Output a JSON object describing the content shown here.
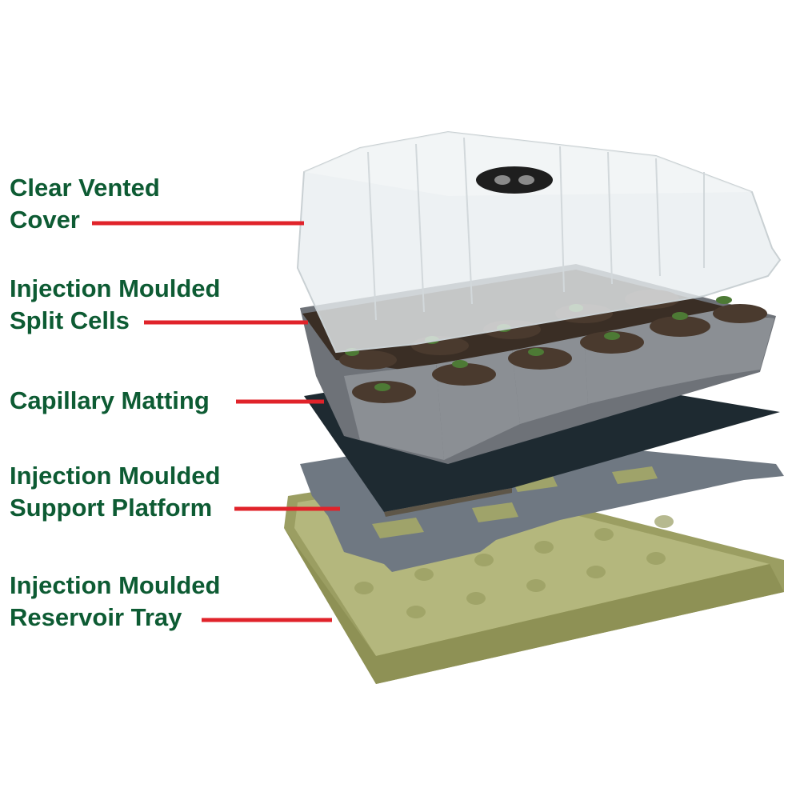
{
  "labels": [
    {
      "line1": "Clear Vented",
      "line2": "Cover"
    },
    {
      "line1": "Injection Moulded",
      "line2": "Split Cells"
    },
    {
      "line1": "Capillary Matting",
      "line2": ""
    },
    {
      "line1": "Injection Moulded",
      "line2": "Support Platform"
    },
    {
      "line1": "Injection Moulded",
      "line2": "Reservoir Tray"
    }
  ],
  "colors": {
    "label_text": "#0d5b33",
    "leader_line": "#e0232a",
    "reservoir_tray": "#a8ab6e",
    "support_platform": "#6f7882",
    "capillary_matting": "#1e2a31",
    "split_cells": "#7b7f84",
    "cover": "#e9eef0"
  }
}
